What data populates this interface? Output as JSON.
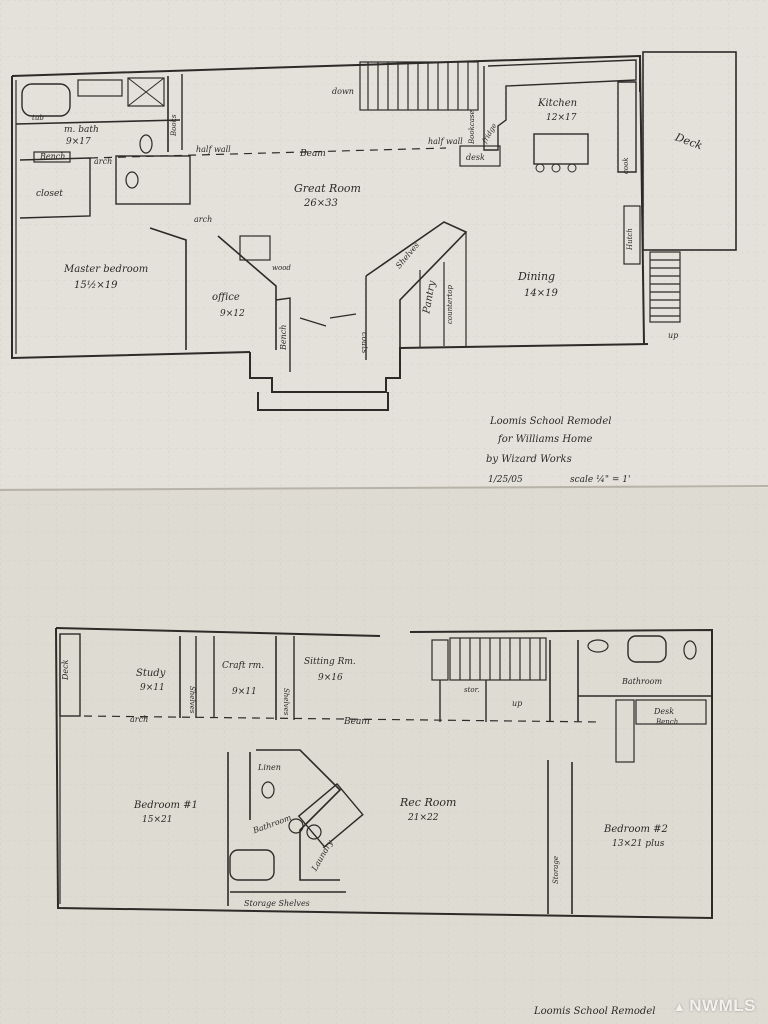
{
  "watermark": "NWMLS",
  "upper_floor": {
    "rooms": {
      "master_bath": "m. bath",
      "master_bath_size": "9×17",
      "closet": "closet",
      "bench_bath": "Bench",
      "master_bedroom": "Master bedroom",
      "master_bedroom_size": "15½×19",
      "great_room": "Great Room",
      "great_room_size": "26×33",
      "office": "office",
      "office_size": "9×12",
      "kitchen": "Kitchen",
      "kitchen_size": "12×17",
      "dining": "Dining",
      "dining_size": "14×19",
      "pantry": "Pantry",
      "deck": "Deck"
    },
    "labels": {
      "down": "down",
      "beam": "Beam",
      "arch_1": "arch",
      "arch_2": "arch",
      "half_wall_1": "half wall",
      "half_wall_2": "half wall",
      "books": "Books",
      "bookcase": "Bookcase",
      "fridge": "fridge",
      "desk": "desk",
      "cook": "cook",
      "hutch": "Hutch",
      "shelves": "Shelves",
      "countertop": "countertop",
      "coats": "coats",
      "bench_entry": "Bench",
      "wood": "wood",
      "tub": "tub",
      "up": "up"
    }
  },
  "title_block": {
    "line1": "Loomis School Remodel",
    "line2": "for Williams Home",
    "line3": "by Wizard Works",
    "date": "1/25/05",
    "scale": "scale ¼\" = 1'"
  },
  "lower_floor": {
    "rooms": {
      "deck": "Deck",
      "study": "Study",
      "study_size": "9×11",
      "craft_rm": "Craft rm.",
      "craft_size": "9×11",
      "sitting_rm": "Sitting Rm.",
      "sitting_size": "9×16",
      "bathroom": "Bathroom",
      "bedroom1": "Bedroom #1",
      "bedroom1_size": "15×21",
      "rec_room": "Rec Room",
      "rec_size": "21×22",
      "bedroom2": "Bedroom #2",
      "bedroom2_size": "13×21 plus",
      "bath_center": "Bathroom",
      "laundry": "Laundry",
      "storage": "Storage",
      "storage_shelves": "Storage Shelves"
    },
    "labels": {
      "arch": "arch",
      "beam": "Beam",
      "shelves_1": "Shelves",
      "shelves_2": "Shelves",
      "desk": "Desk",
      "bench": "Bench",
      "linen": "Linen",
      "up": "up",
      "hall_stor": "stor."
    }
  },
  "footer_title": "Loomis School Remodel"
}
